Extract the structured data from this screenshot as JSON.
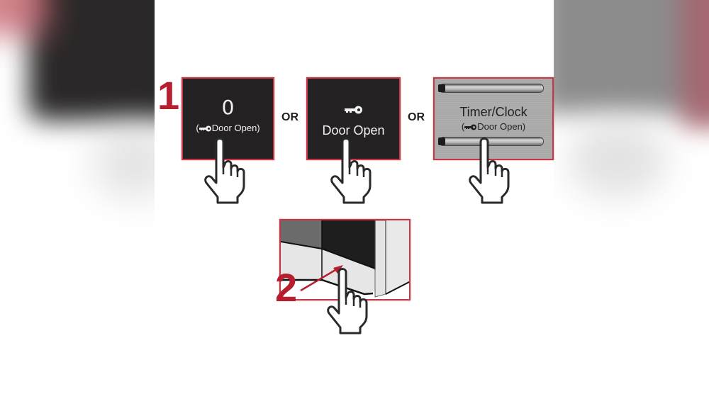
{
  "steps": [
    {
      "number": "1",
      "options": [
        {
          "digit": "0",
          "label_prefix": "(",
          "label": "Door Open)",
          "icon": "key-icon"
        },
        {
          "label": "Door Open",
          "icon": "key-icon"
        },
        {
          "title": "Timer/Clock",
          "label_prefix": "(",
          "label": "Door Open)",
          "icon": "key-icon"
        }
      ],
      "separators": [
        "OR",
        "OR"
      ]
    },
    {
      "number": "2",
      "description_icon": "arrow-icon"
    }
  ],
  "colors": {
    "accent_red": "#b51f2e",
    "panel_border": "#c63848",
    "panel_dark": "#242122",
    "panel_metal": "#acacac"
  }
}
